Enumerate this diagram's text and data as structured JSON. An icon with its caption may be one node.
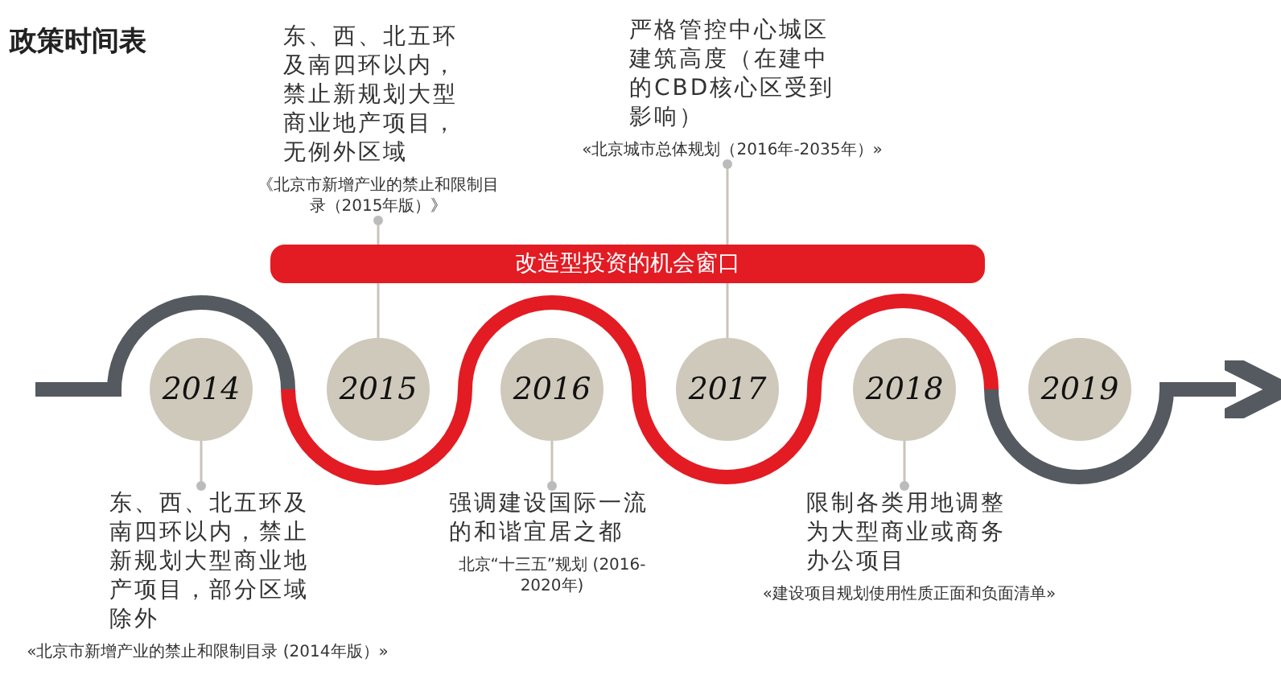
{
  "diagram": {
    "title": "政策时间表",
    "nodes": [
      {
        "text": [
          "2014"
        ]
      },
      {
        "text": [
          "2015"
        ]
      },
      {
        "text": [
          "2016"
        ]
      },
      {
        "text": [
          "2017"
        ]
      },
      {
        "text": [
          "2018"
        ]
      },
      {
        "text": [
          "2019"
        ]
      },
      {
        "text": [
          "改造型投资的机会窗口"
        ]
      },
      {
        "text": [
          "东、西、北五环及南四环以内，禁止新规划大型商业地产项目，无例外区域"
        ],
        "beside": [
          "《北京市新增产业的禁止和限制目录（2015年版）》"
        ]
      },
      {
        "text": [
          "严格管控中心城区建筑高度（在建中的CBD核心区受到影响）"
        ],
        "beside": [
          "«北京城市总体规划（2016年-2035年）»"
        ]
      },
      {
        "text": [
          "东、西、北五环及南四环以内，禁止新规划大型商业地产项目，部分区域除外"
        ],
        "beside": [
          "«北京市新增产业的禁止和限制目录 (2014年版）»"
        ]
      },
      {
        "text": [
          "强调建设国际一流的和谐宜居之都"
        ],
        "beside": [
          "北京“十三五”规划 (2016-2020年)"
        ]
      },
      {
        "text": [
          "限制各类用地调整为大型商业或商务办公项目"
        ],
        "beside": [
          "«建设项目规划使用性质正面和负面清单»"
        ]
      }
    ],
    "edges": [
      {
        "from": 7,
        "to": 1,
        "arrow": "other"
      },
      {
        "from": 8,
        "to": 3,
        "arrow": "other"
      },
      {
        "from": 9,
        "to": 0,
        "arrow": "other"
      },
      {
        "from": 10,
        "to": 2,
        "arrow": "other"
      },
      {
        "from": 11,
        "to": 4,
        "arrow": "other"
      }
    ]
  }
}
